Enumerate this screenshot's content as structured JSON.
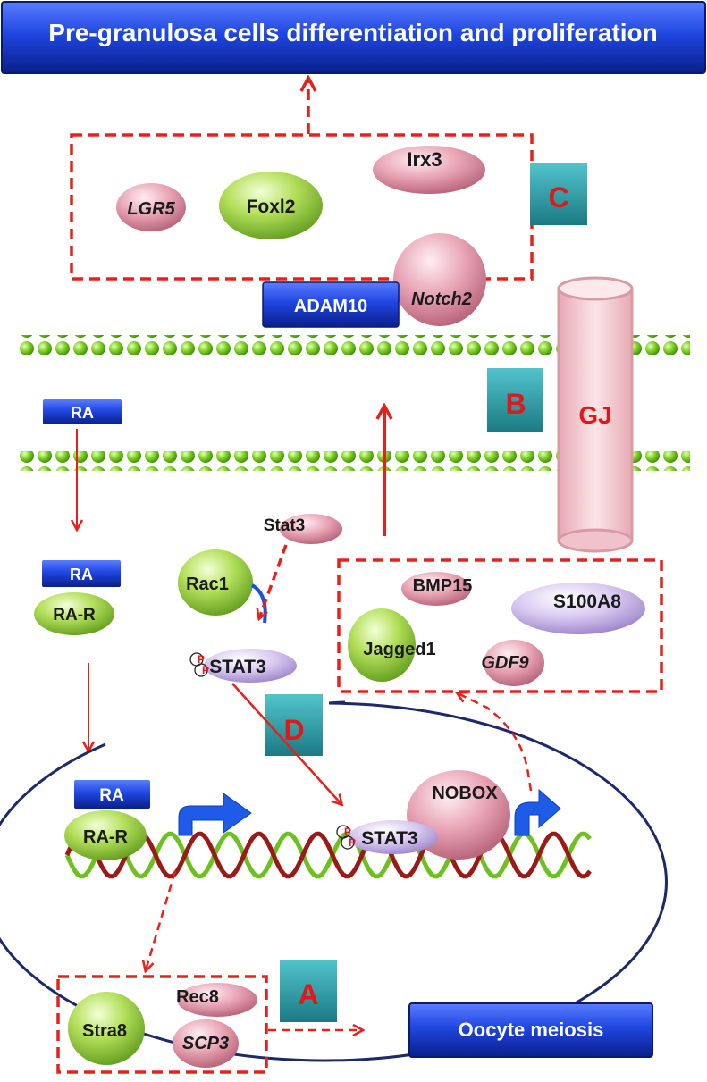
{
  "banners": {
    "top": "Pre-granulosa cells differentiation and proliferation",
    "bottom": "Oocyte meiosis",
    "adam10": "ADAM10"
  },
  "labels": {
    "a": "A",
    "b": "B",
    "c": "C",
    "d": "D",
    "gj": "GJ"
  },
  "molecules": {
    "lgr5": "LGR5",
    "foxl2": "Foxl2",
    "irx3": "Irx3",
    "notch2": "Notch2",
    "ra_top": "RA",
    "ra_mid": "RA",
    "ra_r_mid": "RA-R",
    "ra_nuc": "RA",
    "ra_r_nuc": "RA-R",
    "rac1": "Rac1",
    "stat3": "Stat3",
    "pstat3": "STAT3",
    "pstat3_nuc": "STAT3",
    "phospho": "P",
    "bmp15": "BMP15",
    "s100a8": "S100A8",
    "jagged1": "Jagged1",
    "gdf9": "GDF9",
    "nobox": "NOBOX",
    "stra8": "Stra8",
    "rec8": "Rec8",
    "scp3": "SCP3"
  },
  "colors": {
    "banner_blue": "#1a3fd6",
    "arrow_red": "#e8201a",
    "box_teal": "#2a9aa4",
    "label_red": "#e01818",
    "green_molecule": "#8fc93a",
    "pink_molecule": "#e39aae",
    "lavender_molecule": "#cbb8e6",
    "membrane_green": "#7fd321",
    "dna_green": "#6cc11e",
    "dna_red": "#9a1a18",
    "nucleus_outline": "#1c2a6a",
    "channel_pink": "#f3c9cf"
  }
}
